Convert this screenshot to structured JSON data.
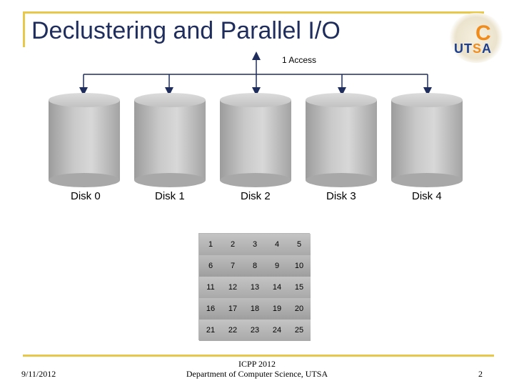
{
  "slide": {
    "title": "Declustering and Parallel I/O",
    "logo": {
      "letter": "C",
      "text_main": "UT",
      "text_accent": "S",
      "text_end": "A"
    },
    "access_label": "1 Access"
  },
  "disks": [
    {
      "label": "Disk 0"
    },
    {
      "label": "Disk 1"
    },
    {
      "label": "Disk 2"
    },
    {
      "label": "Disk 3"
    },
    {
      "label": "Disk 4"
    }
  ],
  "blocks": [
    [
      "1",
      "2",
      "3",
      "4",
      "5"
    ],
    [
      "6",
      "7",
      "8",
      "9",
      "10"
    ],
    [
      "11",
      "12",
      "13",
      "14",
      "15"
    ],
    [
      "16",
      "17",
      "18",
      "19",
      "20"
    ],
    [
      "21",
      "22",
      "23",
      "24",
      "25"
    ]
  ],
  "footer": {
    "date": "9/11/2012",
    "conference": "ICPP 2012",
    "department": "Department of Computer Science, UTSA",
    "page": "2"
  }
}
